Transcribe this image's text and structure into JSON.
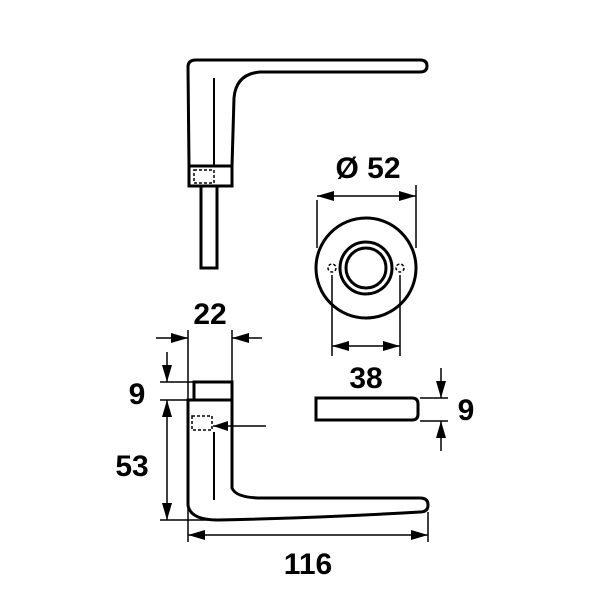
{
  "dimensions": {
    "rosette_diameter": "Ø 52",
    "screw_hole_spacing": "38",
    "rosette_thickness": "9",
    "neck_width": "22",
    "neck_height": "9",
    "handle_height": "53",
    "handle_length": "116"
  },
  "colors": {
    "stroke": "#000000",
    "background": "#ffffff"
  }
}
